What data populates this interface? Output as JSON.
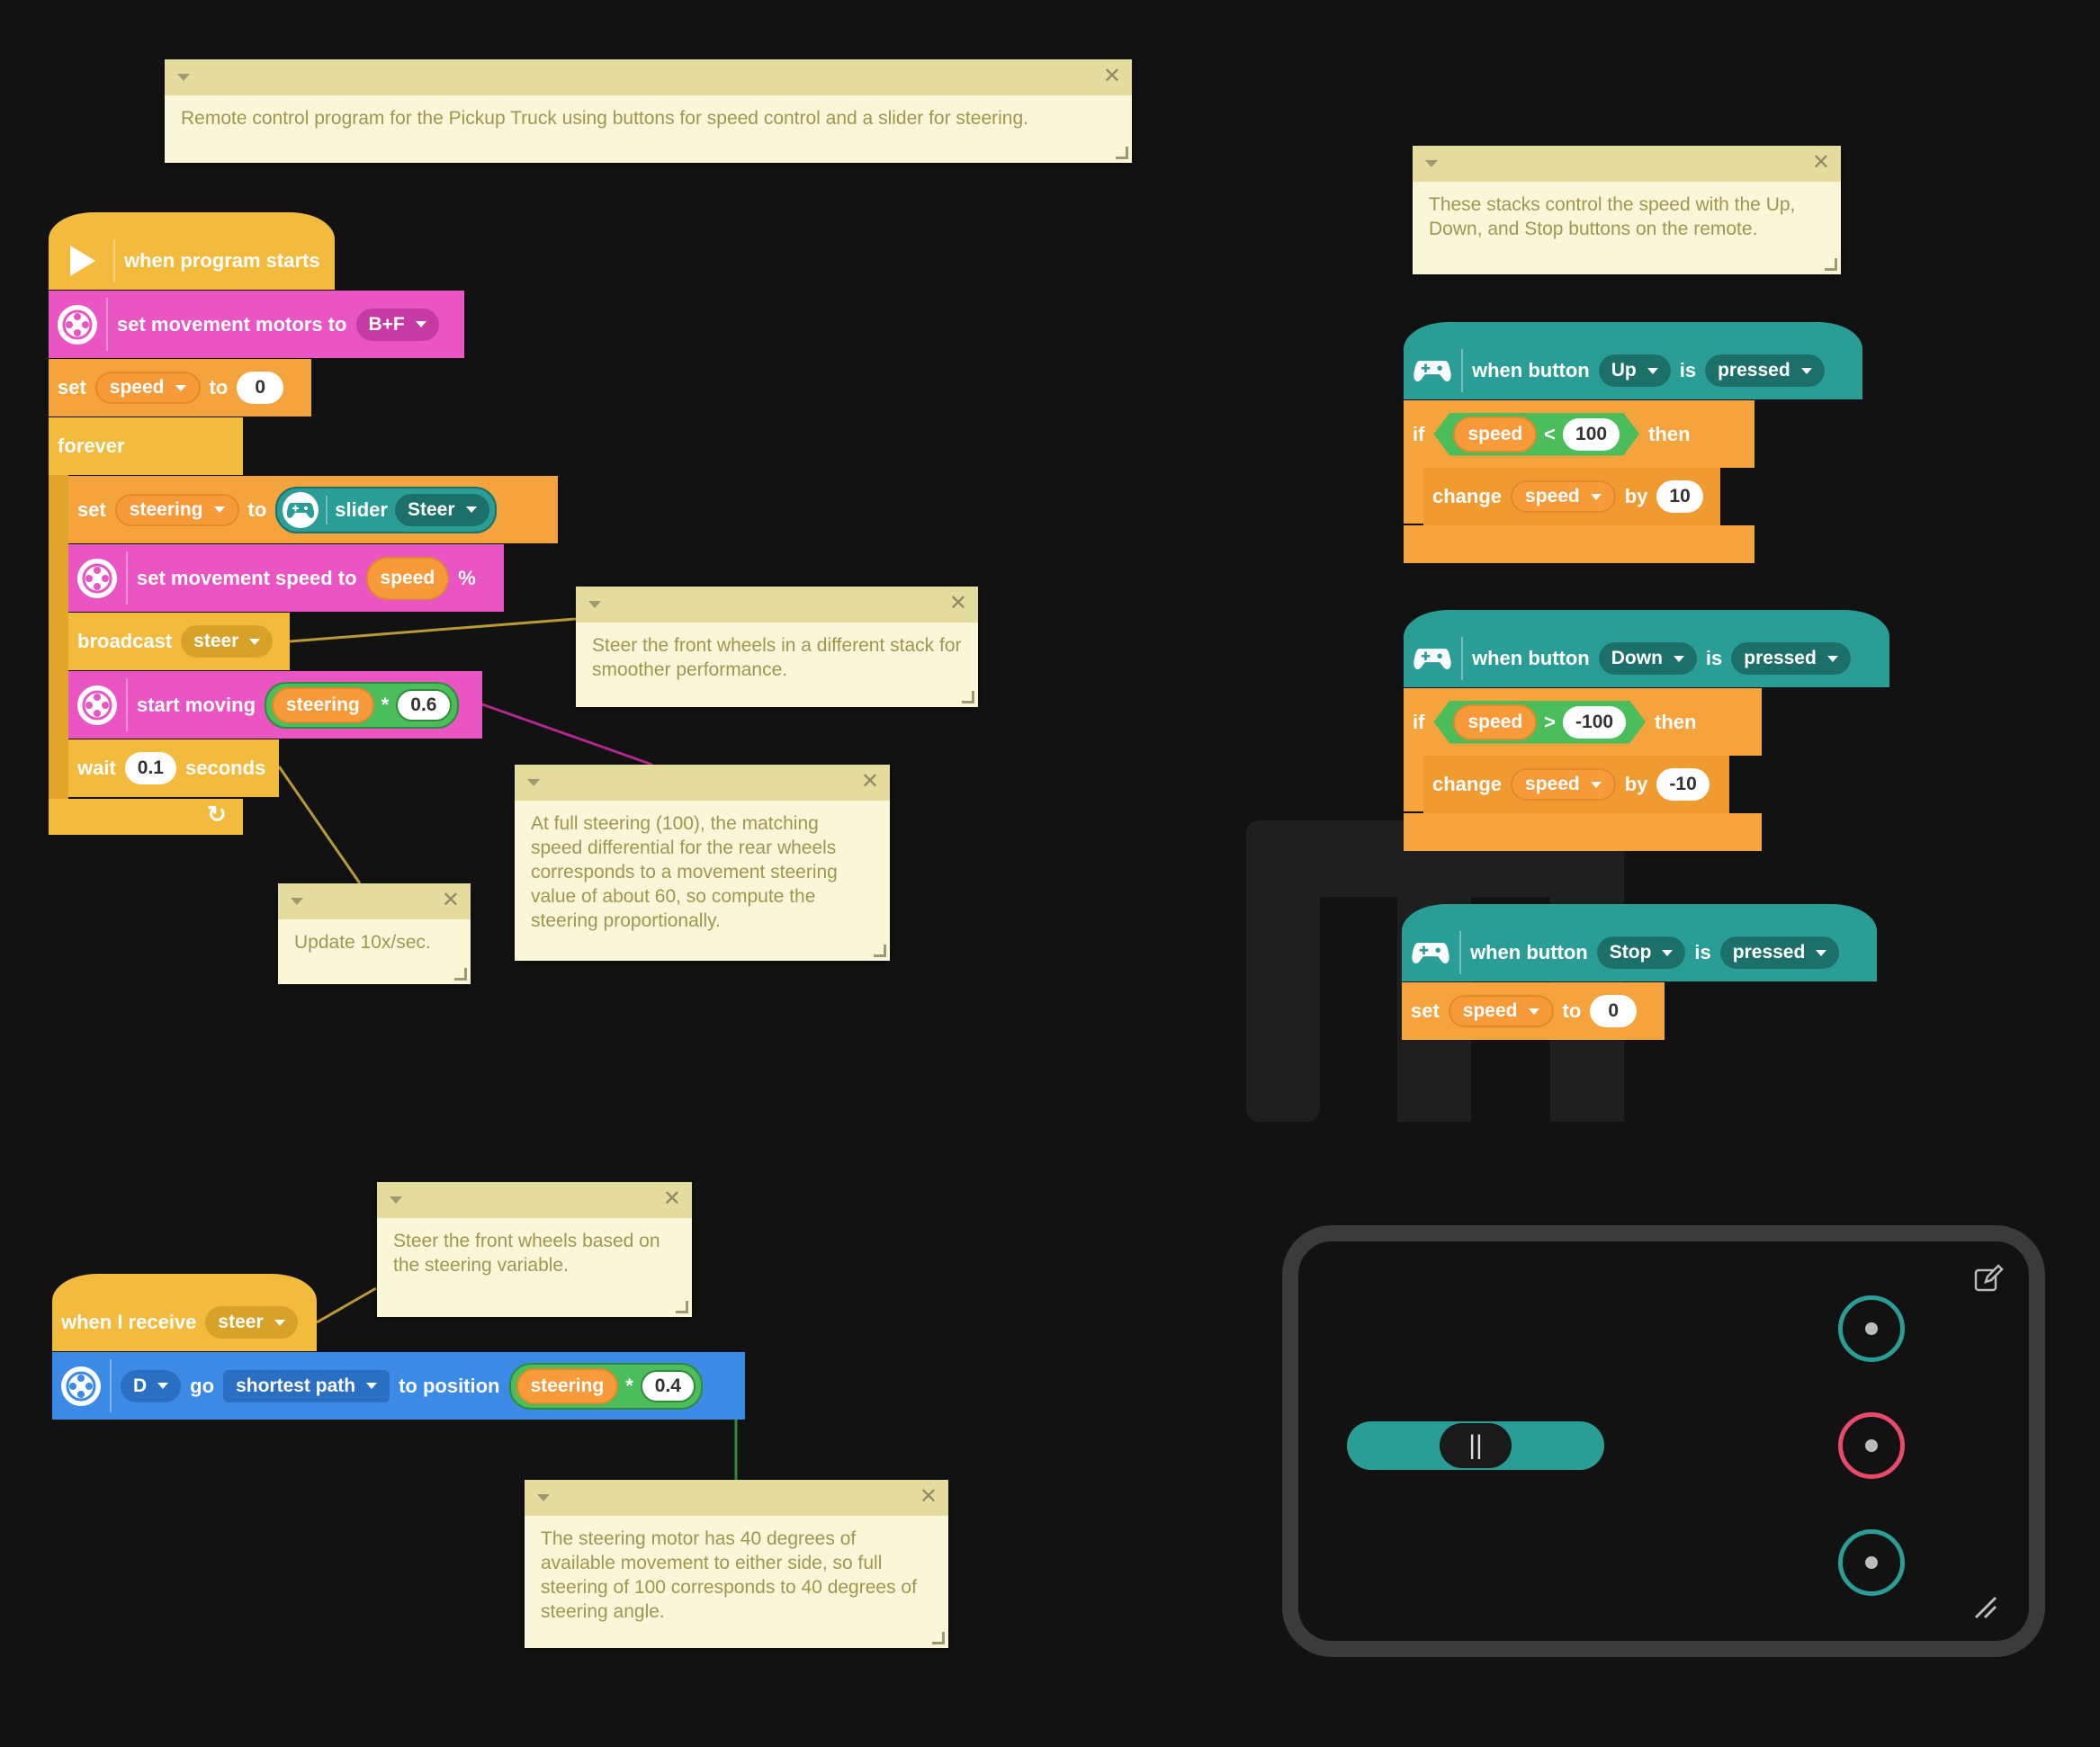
{
  "comments": {
    "c1": "Remote control program for the Pickup Truck using buttons for speed control and a slider for steering.",
    "c2": "These stacks control the speed with the Up, Down, and Stop buttons on the remote.",
    "c3": "Steer the front wheels in a different stack for smoother performance.",
    "c4": "At full steering (100), the matching speed differential for the rear wheels corresponds to a movement steering value of about 60, so compute the steering proportionally.",
    "c5": "Update 10x/sec.",
    "c6": "Steer the front wheels based on the steering variable.",
    "c7": "The steering motor has 40 degrees of available movement to either side, so full steering of 100 corresponds to 40 degrees of steering angle."
  },
  "main_stack": {
    "hat": "when program starts",
    "set_motors": "set movement motors to",
    "motors_value": "B+F",
    "set": "set",
    "var_speed": "speed",
    "to": "to",
    "speed_init": "0",
    "forever": "forever",
    "var_steering": "steering",
    "slider": "slider",
    "slider_name": "Steer",
    "set_speed": "set movement speed to",
    "percent": "%",
    "broadcast": "broadcast",
    "msg": "steer",
    "start_moving": "start moving",
    "times": "*",
    "factor1": "0.6",
    "wait": "wait",
    "wait_value": "0.1",
    "seconds": "seconds"
  },
  "up_stack": {
    "when_button": "when button",
    "button": "Up",
    "is": "is",
    "state": "pressed",
    "if": "if",
    "var": "speed",
    "op": "<",
    "limit": "100",
    "then": "then",
    "change": "change",
    "by": "by",
    "delta": "10"
  },
  "down_stack": {
    "when_button": "when button",
    "button": "Down",
    "is": "is",
    "state": "pressed",
    "if": "if",
    "var": "speed",
    "op": ">",
    "limit": "-100",
    "then": "then",
    "change": "change",
    "by": "by",
    "delta": "-10"
  },
  "stop_stack": {
    "when_button": "when button",
    "button": "Stop",
    "is": "is",
    "state": "pressed",
    "set": "set",
    "var": "speed",
    "to": "to",
    "value": "0"
  },
  "receive_stack": {
    "when_receive": "when I receive",
    "msg": "steer",
    "port": "D",
    "go": "go",
    "path": "shortest path",
    "to_position": "to position",
    "var": "steering",
    "times": "*",
    "factor": "0.4"
  },
  "remote": {
    "slider_position_pct": 50,
    "colors": {
      "frame": "#3b3b3b",
      "slider": "#2a9d97",
      "teal": "#2a9d97",
      "red": "#e84a6a"
    }
  },
  "colors": {
    "events": "#f3bb3d",
    "motors": "#e955c2",
    "variables": "#f5a33d",
    "remote": "#2a9d97",
    "motor": "#3a8ae6",
    "operators": "#4bbd5a"
  }
}
